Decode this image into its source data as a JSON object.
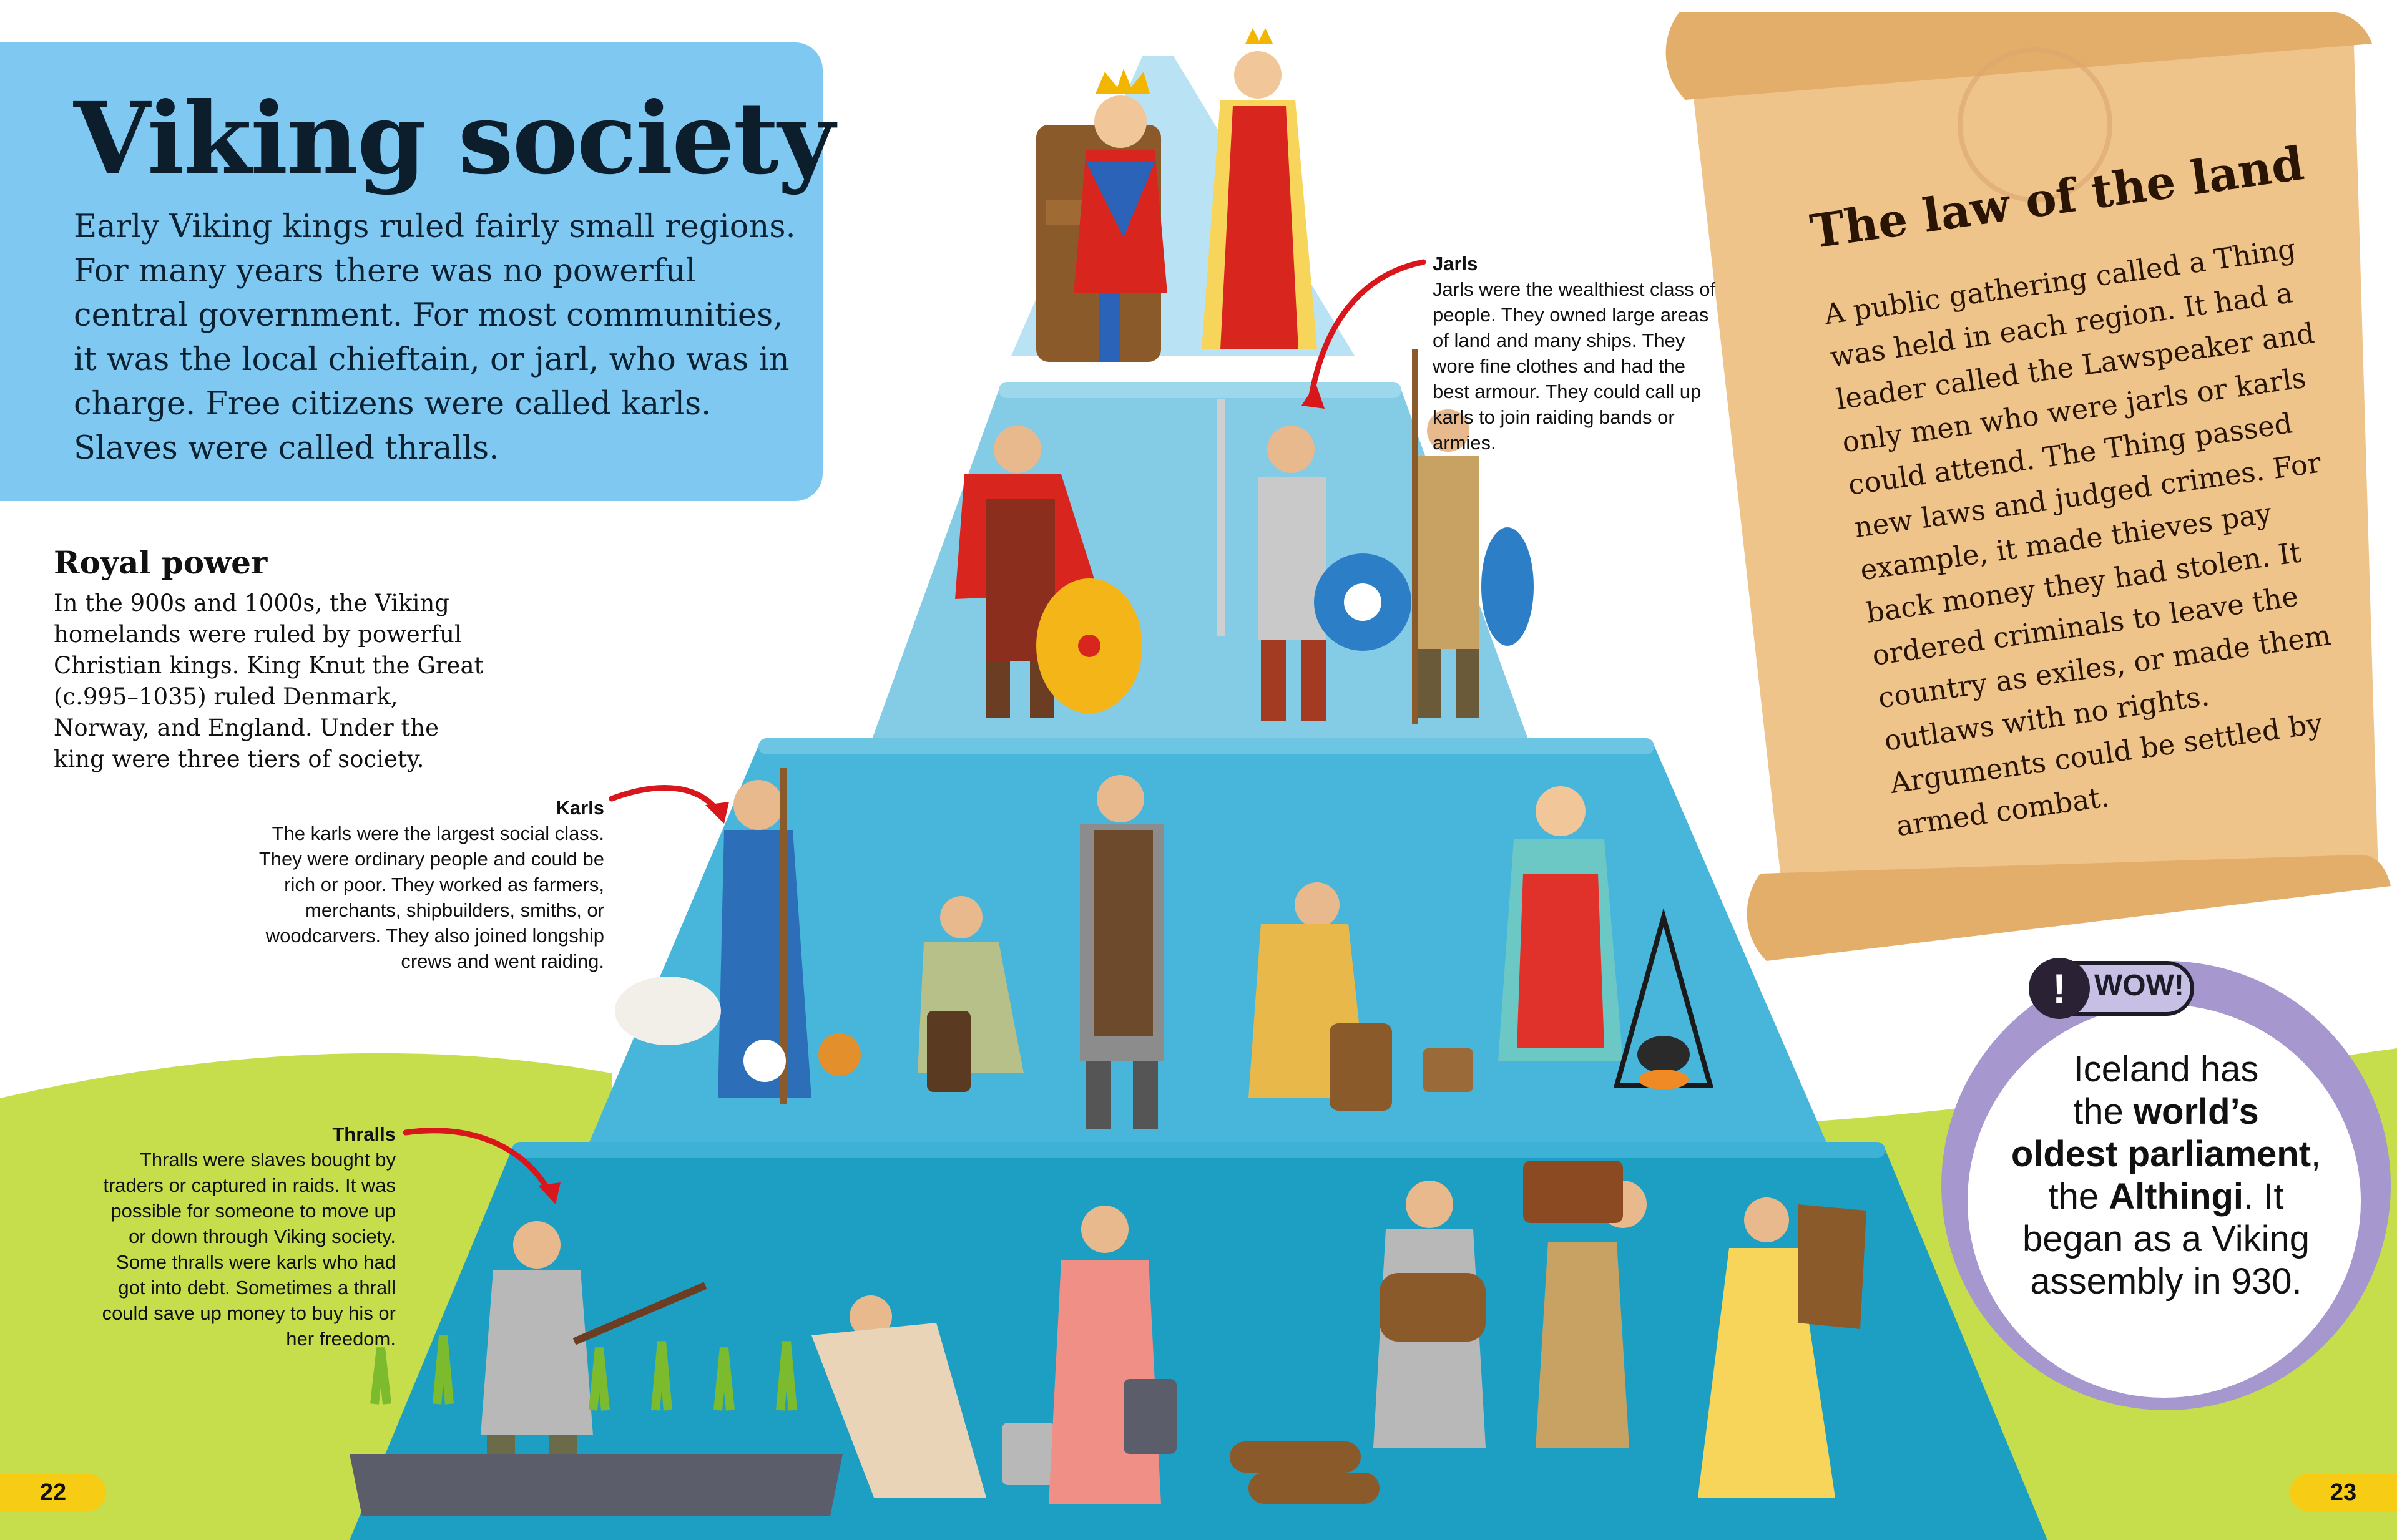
{
  "title": "Viking society",
  "intro": "Early Viking kings ruled fairly small regions. For many years there was no powerful central government. For most communities, it was the local chieftain, or jarl, who was in charge. Free citizens were called karls. Slaves were called thralls.",
  "royal_power": {
    "heading": "Royal power",
    "text": "In the 900s and 1000s, the Viking homelands were ruled by powerful Christian kings. King Knut the Great (c.995–1035) ruled Denmark, Norway, and England. Under the king were three tiers of society."
  },
  "jarls": {
    "heading": "Jarls",
    "text": "Jarls were the wealthiest class of people. They owned large areas of land and many ships. They wore fine clothes and had the best armour. They could call up karls to join raiding bands or armies."
  },
  "karls": {
    "heading": "Karls",
    "text": "The karls were the largest social class. They were ordinary people and could be rich or poor. They worked as farmers, merchants, shipbuilders, smiths, or woodcarvers. They also joined longship crews and went raiding."
  },
  "thralls": {
    "heading": "Thralls",
    "text": "Thralls were slaves bought by traders or captured in raids. It was possible for someone to move up or down through Viking society. Some thralls were karls who had got into debt. Sometimes a thrall could save up money to buy his or her freedom."
  },
  "law": {
    "heading": "The law of the land",
    "text": "A public gathering called a Thing was held in each region. It had a leader called the Lawspeaker and only men who were jarls or karls could attend. The Thing passed new laws and judged crimes. For example, it made thieves pay back money they had stolen. It ordered criminals to leave the country as exiles, or made them outlaws with no rights. Arguments could be settled by armed combat."
  },
  "wow": {
    "bang": "!",
    "label": "WOW!",
    "line1": "Iceland has",
    "line2_pre": "the ",
    "line2_bold": "world’s",
    "line3_bold": "oldest parliament",
    "line3_post": ",",
    "line4_pre": "the ",
    "line4_bold": "Althingi",
    "line4_post": ". It",
    "line5": "began as a Viking",
    "line6": "assembly in 930."
  },
  "page_numbers": {
    "left": "22",
    "right": "23"
  },
  "colors": {
    "intro_box": "#7ec8f2",
    "pyramid_tier1": "#9fd8ee",
    "pyramid_tier2": "#6fc3e0",
    "pyramid_tier3": "#3fb2d4",
    "pyramid_tier4": "#1a9cc0",
    "grass": "#c6de4c",
    "scroll": "#eec48a",
    "arrow": "#d8161c",
    "page_number": "#f6cc14",
    "wow": "#a698cf"
  }
}
